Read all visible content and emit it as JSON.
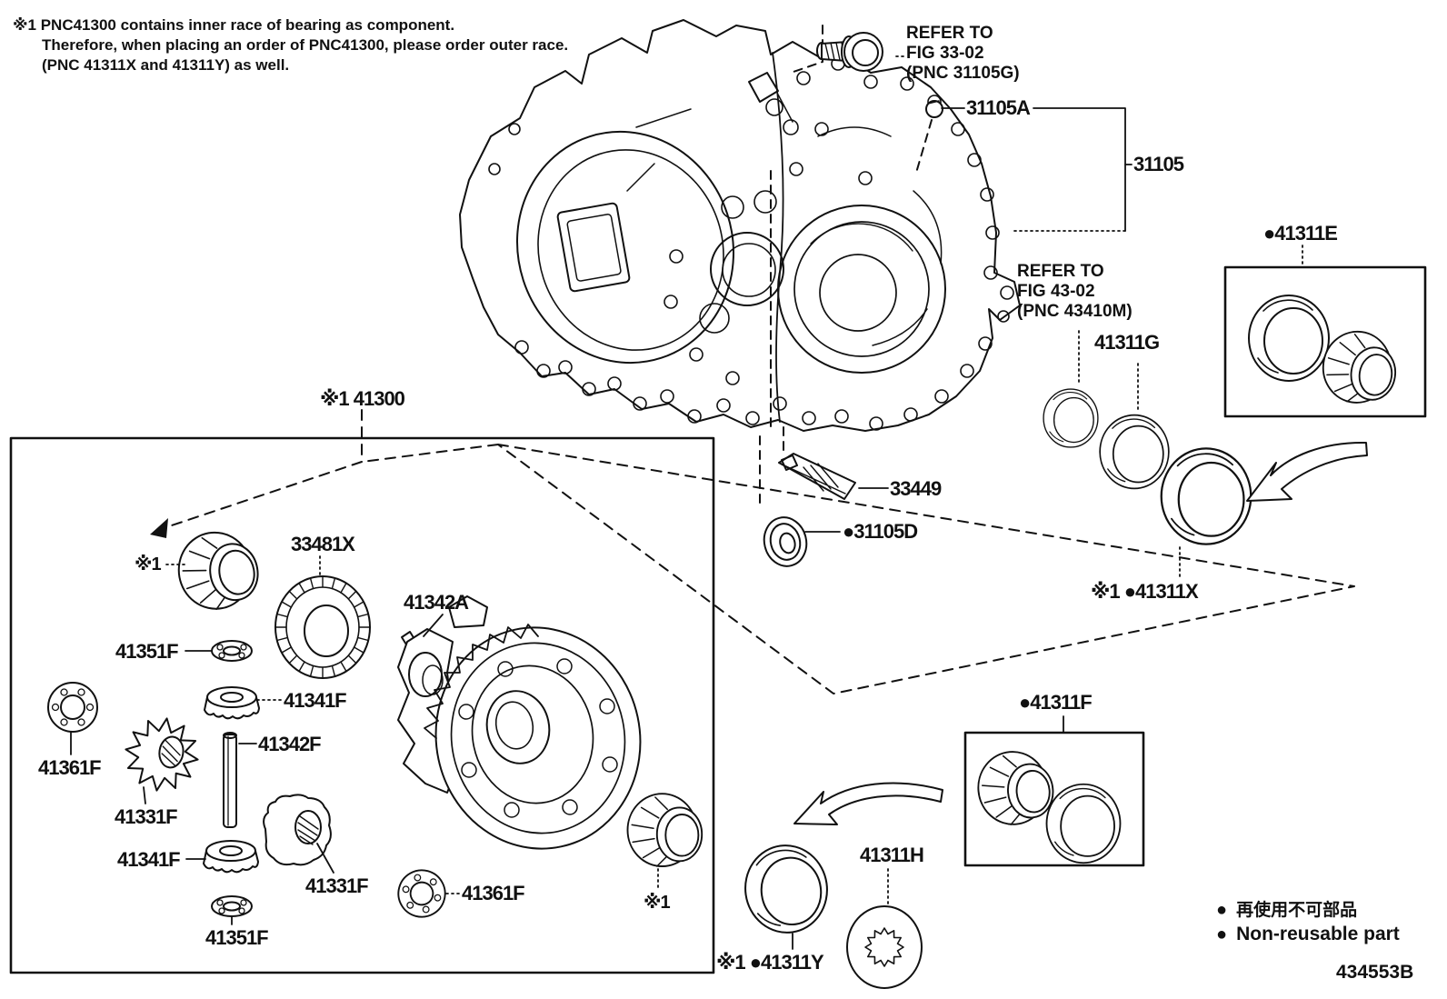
{
  "doc": {
    "number": "434553B"
  },
  "note": {
    "l1": "※1 PNC41300 contains inner race of bearing as component.",
    "l2": "Therefore, when placing an order of PNC41300, please order outer race.",
    "l3": "(PNC 41311X and 41311Y) as well."
  },
  "refer_fig_33_02": {
    "l1": "REFER TO",
    "l2": "FIG 33-02",
    "l3": "(PNC 31105G)"
  },
  "refer_fig_43_02": {
    "l1": "REFER TO",
    "l2": "FIG 43-02",
    "l3": "(PNC 43410M)"
  },
  "callouts": {
    "p31105a": "31105A",
    "p31105": "31105",
    "p41311e": "●41311E",
    "p41311g": "41311G",
    "p33449": "33449",
    "p31105d": "●31105D",
    "p41311x": "※1 ●41311X",
    "p41300": "※1 41300",
    "star_upper": "※1",
    "p33481x": "33481X",
    "p41342a": "41342A",
    "p41351f_upper": "41351F",
    "p41341f_upper": "41341F",
    "p41361f_upper": "41361F",
    "p41342f": "41342F",
    "p41331f_upper": "41331F",
    "p41341f_lower": "41341F",
    "p41331f_lower": "41331F",
    "p41361f_lower": "41361F",
    "p41351f_lower": "41351F",
    "star_lower": "※1",
    "p41311f": "●41311F",
    "p41311h": "41311H",
    "p41311y": "※1 ●41311Y"
  },
  "legend": {
    "bullet": "●",
    "jp": "再使用不可部品",
    "en": "Non-reusable part"
  },
  "colors": {
    "line": "#111111",
    "background": "#ffffff"
  }
}
